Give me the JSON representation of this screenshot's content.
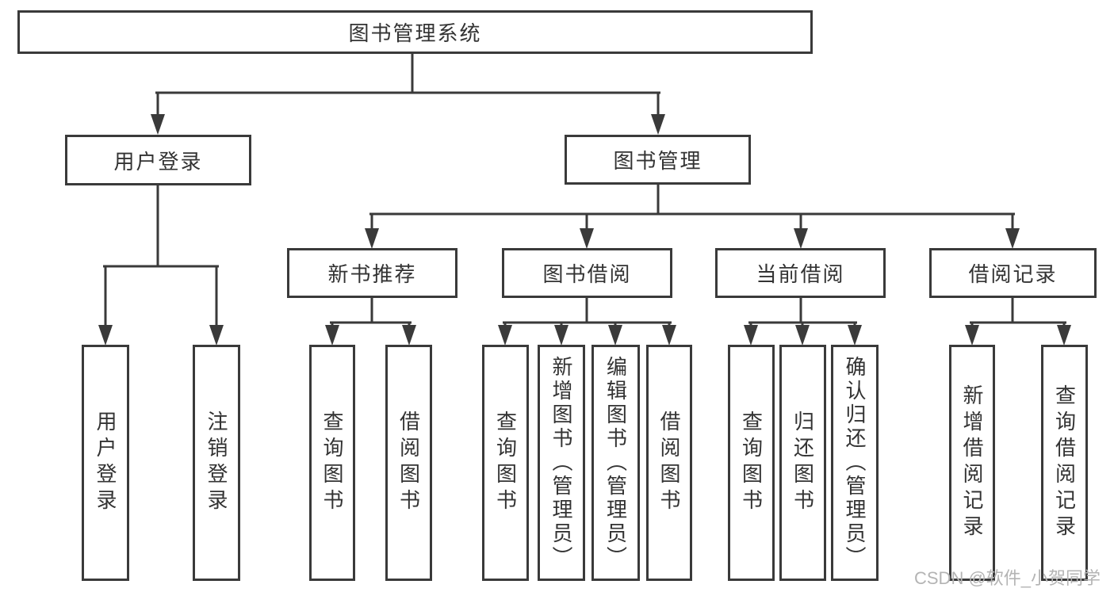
{
  "watermark": "CSDN @软件_小贺同学",
  "colors": {
    "line": "#3a3a3a",
    "box_border": "#3a3a3a",
    "text": "#333333",
    "background": "#ffffff",
    "watermark_text": "#b4b4b4"
  },
  "tree": {
    "root": {
      "label": "图书管理系统",
      "children": [
        {
          "label": "用户登录",
          "children": [
            {
              "label": "用户登录"
            },
            {
              "label": "注销登录"
            }
          ]
        },
        {
          "label": "图书管理",
          "children": [
            {
              "label": "新书推荐",
              "children": [
                {
                  "label": "查询图书"
                },
                {
                  "label": "借阅图书"
                }
              ]
            },
            {
              "label": "图书借阅",
              "children": [
                {
                  "label": "查询图书"
                },
                {
                  "label": "新增图书（管理员）"
                },
                {
                  "label": "编辑图书（管理员）"
                },
                {
                  "label": "借阅图书"
                }
              ]
            },
            {
              "label": "当前借阅",
              "children": [
                {
                  "label": "查询图书"
                },
                {
                  "label": "归还图书"
                },
                {
                  "label": "确认归还（管理员）"
                }
              ]
            },
            {
              "label": "借阅记录",
              "children": [
                {
                  "label": "新增借阅记录"
                },
                {
                  "label": "查询借阅记录"
                }
              ]
            }
          ]
        }
      ]
    }
  }
}
